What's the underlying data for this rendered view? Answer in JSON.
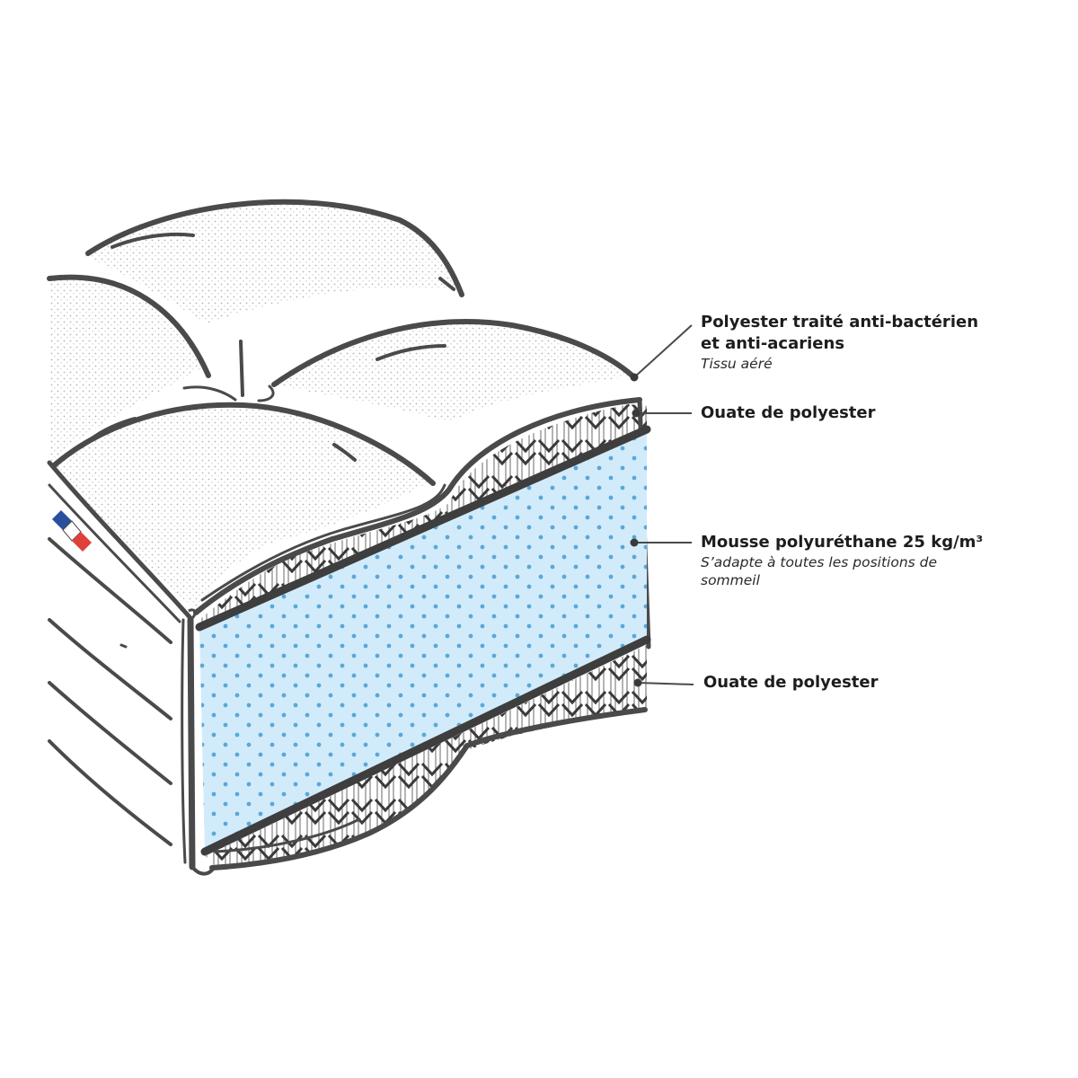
{
  "labels": {
    "cover": {
      "title_line1": "Polyester traité anti-bactérien",
      "title_line2": "et  anti-acariens",
      "subtitle": "Tissu aéré"
    },
    "wadding_top": {
      "title": "Ouate de polyester"
    },
    "foam": {
      "title": "Mousse polyuréthane 25 kg/m³",
      "subtitle": "S’adapte à toutes les positions de sommeil"
    },
    "wadding_bottom": {
      "title": "Ouate de polyester"
    }
  },
  "colors": {
    "outline": "#4a4a4a",
    "foam_fill": "#d2ebfa",
    "foam_dot": "#5aa8d8",
    "stipple": "#b4b4b4",
    "flag_blue": "#2a4f9c",
    "flag_red": "#e0403a"
  }
}
